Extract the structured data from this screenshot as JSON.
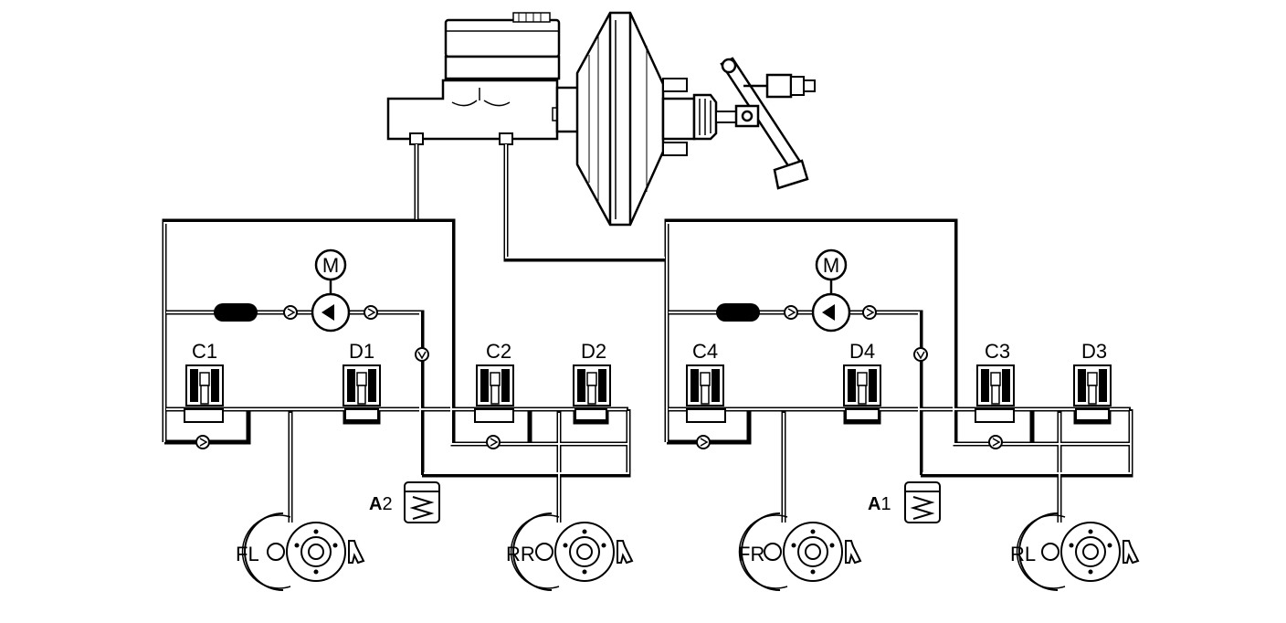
{
  "diagram": {
    "motor_label": "M",
    "left_circuit": {
      "motor": "M",
      "valves": [
        {
          "id": "c1",
          "label": "C1"
        },
        {
          "id": "d1",
          "label": "D1"
        },
        {
          "id": "c2",
          "label": "C2"
        },
        {
          "id": "d2",
          "label": "D2"
        }
      ],
      "accumulator": {
        "prefix": "A",
        "number": "2"
      },
      "wheels": [
        {
          "id": "fl",
          "label": "FL"
        },
        {
          "id": "rr",
          "label": "RR"
        }
      ]
    },
    "right_circuit": {
      "motor": "M",
      "valves": [
        {
          "id": "c4",
          "label": "C4"
        },
        {
          "id": "d4",
          "label": "D4"
        },
        {
          "id": "c3",
          "label": "C3"
        },
        {
          "id": "d3",
          "label": "D3"
        }
      ],
      "accumulator": {
        "prefix": "A",
        "number": "1"
      },
      "wheels": [
        {
          "id": "fr",
          "label": "FR"
        },
        {
          "id": "rl",
          "label": "RL"
        }
      ]
    }
  }
}
